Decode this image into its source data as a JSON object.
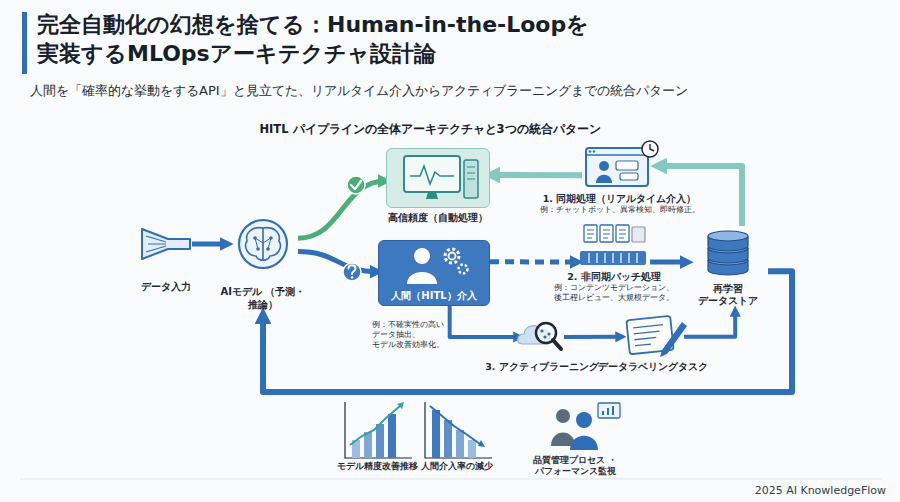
{
  "diagram": {
    "title": "完全自動化の幻想を捨てる：Human-in-the-Loopを 実装するMLOpsアーキテクチャ設計論",
    "caption": "人間を「確率的な挙動をするAPI」と見立てた、リアルタイム介入からアクティブラーニングまでの統合パターン",
    "nodes": [
      {
        "text": [
          "データ入力"
        ]
      },
      {
        "text": [
          "AIモデル （予測・推論）"
        ]
      },
      {
        "text": [
          "高信頼度（自動処理）"
        ]
      },
      {
        "text": [
          "人間（HITL）介入"
        ]
      },
      {
        "text": [
          "1. 同期処理（リアルタイム介入）",
          "例：チャットボット、異常検知、即時修正。"
        ]
      },
      {
        "text": [
          "2. 非同期バッチ処理",
          "例：コンテンツモデレーション、 後工程レビュー、大規模データ。"
        ]
      },
      {
        "text": [
          "再学習 データストア"
        ]
      },
      {
        "text": [
          "3. アクティブラーニング"
        ]
      },
      {
        "text": [
          "データラベリングタスク"
        ]
      }
    ],
    "edges": [
      {
        "from": 0,
        "to": 1,
        "arrow": "to"
      },
      {
        "from": 1,
        "to": 2,
        "arrow": "to"
      },
      {
        "from": 1,
        "to": 3,
        "arrow": "to"
      },
      {
        "from": 3,
        "to": 5,
        "arrow": "to"
      },
      {
        "from": 5,
        "to": 6,
        "arrow": "to"
      },
      {
        "from": 6,
        "to": 4,
        "arrow": "to"
      },
      {
        "from": 4,
        "to": 2,
        "arrow": "to"
      },
      {
        "from": 3,
        "to": 7,
        "arrow": "to"
      },
      {
        "from": 7,
        "to": 8,
        "arrow": "to"
      },
      {
        "from": 8,
        "to": 6,
        "arrow": "to"
      },
      {
        "from": 6,
        "to": 1,
        "arrow": "to"
      }
    ],
    "labels": [
      "HITL パイプラインの全体アーキテクチャと3つの統合パターン",
      "例：不確実性の高い データ抽出、 モデル改善効率化。",
      "モデル精度改善推移",
      "人間介入率の減少",
      "品質管理プロセス ・パフォーマンス監視",
      "2025 AI KnowledgeFlow"
    ]
  }
}
